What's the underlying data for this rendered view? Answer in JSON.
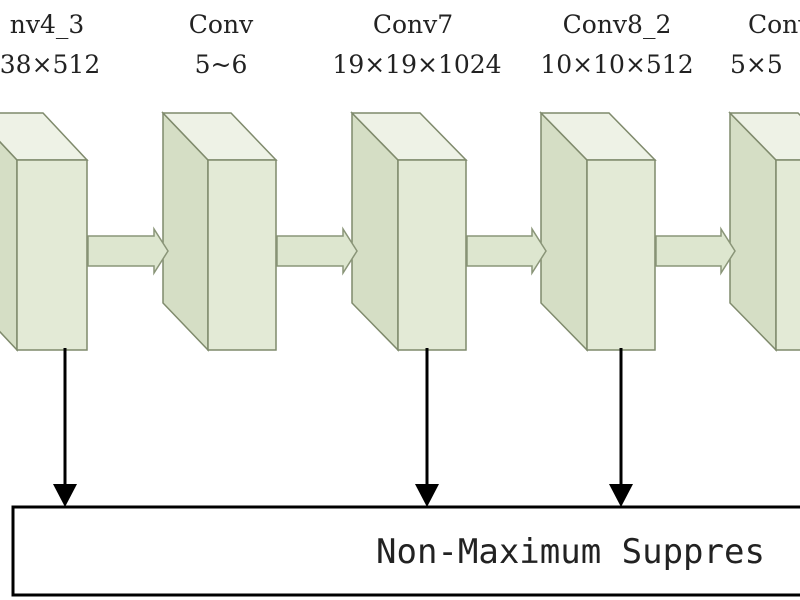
{
  "layers": [
    {
      "name": "nv4_3",
      "size": "38×512"
    },
    {
      "name": "Conv",
      "size": "5~6"
    },
    {
      "name": "Conv7",
      "size": "19×19×1024"
    },
    {
      "name": "Conv8_2",
      "size": "10×10×512"
    },
    {
      "name": "Conv",
      "size": "5×5"
    }
  ],
  "nms": {
    "label": "Non-Maximum Suppres"
  },
  "colors": {
    "block_front": "#e3ead6",
    "block_side": "#d5dec5",
    "block_top": "#eef2e6",
    "block_stroke": "#7f8a6c",
    "arrow_fill": "#dde6cf",
    "arrow_stroke": "#8a9578",
    "line": "#000000"
  }
}
